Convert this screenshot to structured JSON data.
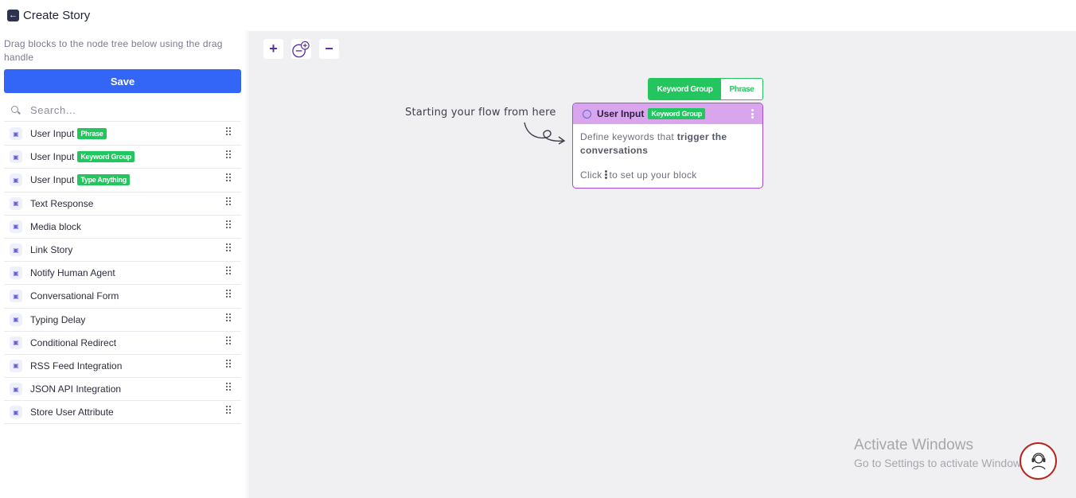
{
  "header": {
    "title": "Create Story",
    "back_icon": "arrow-left-icon"
  },
  "sidebar": {
    "hint": "Drag blocks to the node tree below using the drag handle",
    "save_label": "Save",
    "search_placeholder": "Search...",
    "items": [
      {
        "label": "User Input",
        "tag": "Phrase",
        "icon": "user-input-icon"
      },
      {
        "label": "User Input",
        "tag": "Keyword Group",
        "icon": "user-input-icon"
      },
      {
        "label": "User Input",
        "tag": "Type Anything",
        "icon": "user-input-icon"
      },
      {
        "label": "Text Response",
        "icon": "message-icon"
      },
      {
        "label": "Media block",
        "icon": "media-icon"
      },
      {
        "label": "Link Story",
        "icon": "link-icon"
      },
      {
        "label": "Notify Human Agent",
        "icon": "agent-icon"
      },
      {
        "label": "Conversational Form",
        "icon": "form-icon"
      },
      {
        "label": "Typing Delay",
        "icon": "typing-icon"
      },
      {
        "label": "Conditional Redirect",
        "icon": "redirect-icon"
      },
      {
        "label": "RSS Feed Integration",
        "icon": "rss-icon"
      },
      {
        "label": "JSON API Integration",
        "icon": "api-icon"
      },
      {
        "label": "Store User Attribute",
        "icon": "database-icon"
      }
    ]
  },
  "canvas": {
    "zoom_in": "+",
    "zoom_reset": "zoom-reset-icon",
    "zoom_out": "−",
    "toggle": {
      "active": "Keyword Group",
      "inactive": "Phrase"
    },
    "flow_hint": "Starting your flow from here",
    "node": {
      "title": "User Input",
      "tag": "Keyword Group",
      "body_prefix": "Define keywords that ",
      "body_bold": "trigger the conversations",
      "click_prefix": "Click",
      "click_suffix": "to set up your block"
    }
  },
  "watermark": {
    "title": "Activate Windows",
    "subtitle": "Go to Settings to activate Windows."
  },
  "colors": {
    "accent": "#3366f6",
    "green": "#22c55e",
    "node_border": "#a34bd3",
    "node_header": "#d9a6ee",
    "zoom": "#5b2da8"
  }
}
